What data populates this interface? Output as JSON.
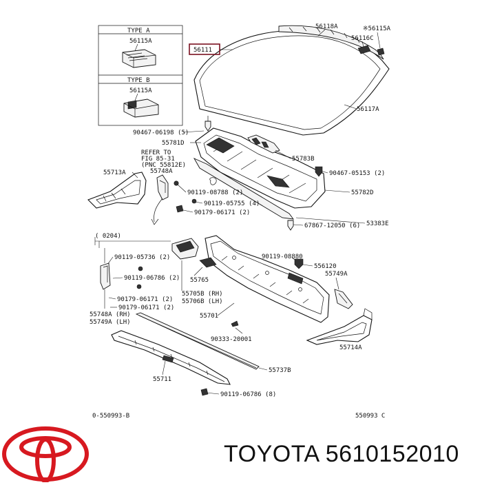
{
  "brand": {
    "name": "TOYOTA",
    "part_number": "5610152010",
    "logo_color": "#d71920"
  },
  "diagram": {
    "inset": {
      "type_a": "TYPE A",
      "type_b": "TYPE B",
      "part_a": "56115A",
      "part_b": "56115A"
    },
    "callouts": {
      "c56118A": "56118A",
      "c56115A_top": "※56115A",
      "c56116C": "56116C",
      "c56111": "56111",
      "c56117A": "56117A",
      "c90467_06198": "90467-06198 (5)",
      "c55781D": "55781D",
      "c55783B": "55783B",
      "refer_1": "REFER TO",
      "refer_2": "FIG 85-31",
      "refer_3": "(PNC 55812E)",
      "c55713A": "55713A",
      "c55748A_top": "55748A",
      "c90467_05153": "90467-05153 (2)",
      "c90119_08788": "90119-08788 (2)",
      "c55782D": "55782D",
      "c90119_05755": "90119-05755 (4)",
      "c90179_06171": "90179-06171 (2)",
      "c67867": "67867-12050 (6)",
      "c53383E": "53383E",
      "bracket_0204": "(    0204)",
      "c90119_05736": "90119-05736 (2)",
      "c90119_08880": "90119-08880",
      "c556120": "556120",
      "c90119_06786": "90119-06786 (2)",
      "c55765": "55765",
      "c55749A_right": "55749A",
      "c90179_06171_b": "90179-06171 (2)",
      "c90179_06171_c": "90179-06171 (2)",
      "c55705B": "55705B (RH)",
      "c55706B": "55706B (LH)",
      "c55748A_rh": "55748A (RH)",
      "c55749A_lh": "55749A (LH)",
      "c55701": "55701",
      "c90333": "90333-20001",
      "c55714A": "55714A",
      "c55737B": "55737B",
      "c55711": "55711",
      "c90119_06786_b": "90119-06786 (8)",
      "footer_left": "0-550993-B",
      "footer_right": "550993 C"
    }
  }
}
